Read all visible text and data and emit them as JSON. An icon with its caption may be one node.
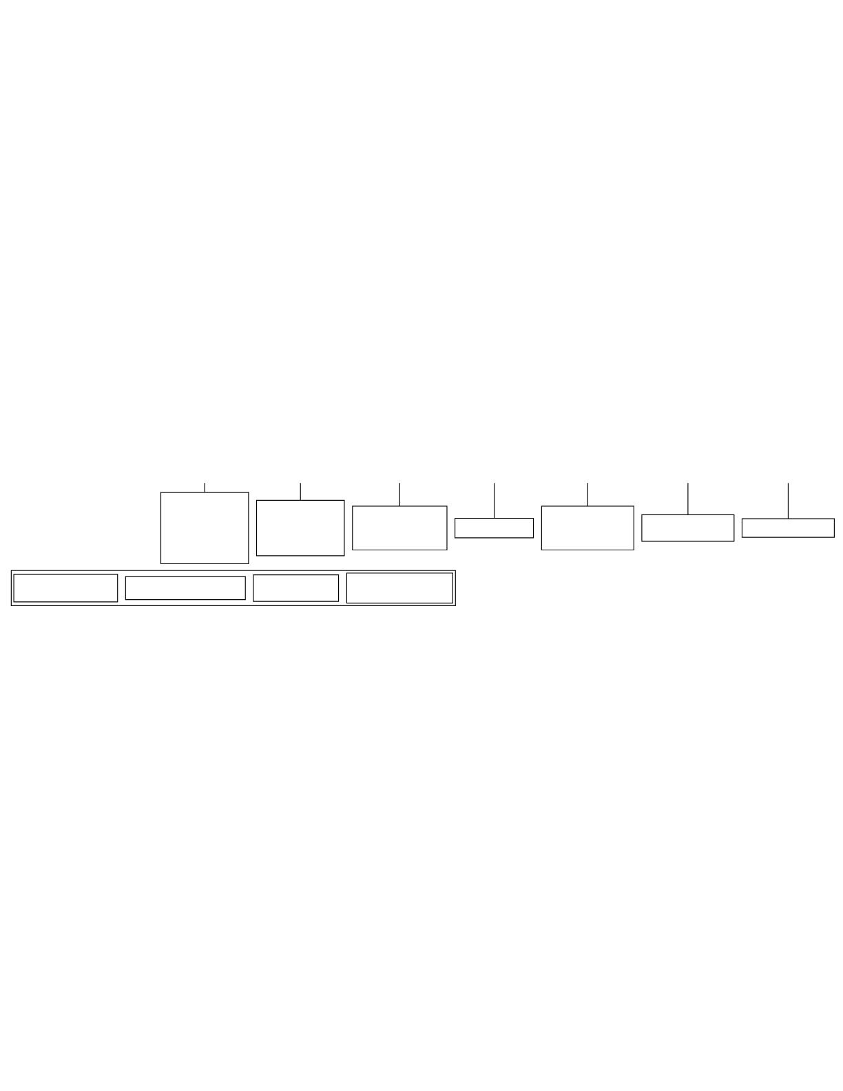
{
  "diagram": {
    "nodes": [
      {
        "text": [],
        "shape": "box"
      },
      {
        "text": [],
        "shape": "box"
      },
      {
        "text": [],
        "shape": "box"
      },
      {
        "text": [],
        "shape": "box"
      },
      {
        "text": [],
        "shape": "box"
      },
      {
        "text": [],
        "shape": "box"
      },
      {
        "text": [],
        "shape": "box"
      },
      {
        "text": [],
        "shape": "box"
      },
      {
        "text": [],
        "shape": "box",
        "in": 7
      },
      {
        "text": [],
        "shape": "box",
        "in": 7
      },
      {
        "text": [],
        "shape": "box",
        "in": 7
      },
      {
        "text": [],
        "shape": "box",
        "in": 7
      }
    ],
    "edges": [
      {
        "from": 0,
        "to": null,
        "arrow": "none"
      },
      {
        "from": 1,
        "to": null,
        "arrow": "none"
      },
      {
        "from": 2,
        "to": null,
        "arrow": "none"
      },
      {
        "from": 6,
        "to": null,
        "arrow": "none"
      },
      {
        "from": 5,
        "to": null,
        "arrow": "none"
      },
      {
        "from": 4,
        "to": null,
        "arrow": "none"
      },
      {
        "from": 3,
        "to": null,
        "arrow": "none"
      }
    ]
  }
}
